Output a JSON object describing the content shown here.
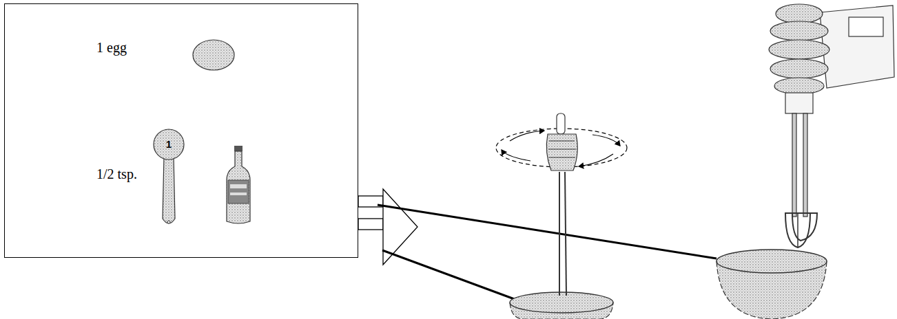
{
  "diagram": {
    "nodes": [
      {
        "text": [
          "1 egg",
          "1/2 tsp."
        ]
      }
    ],
    "labels": [
      "1"
    ]
  }
}
